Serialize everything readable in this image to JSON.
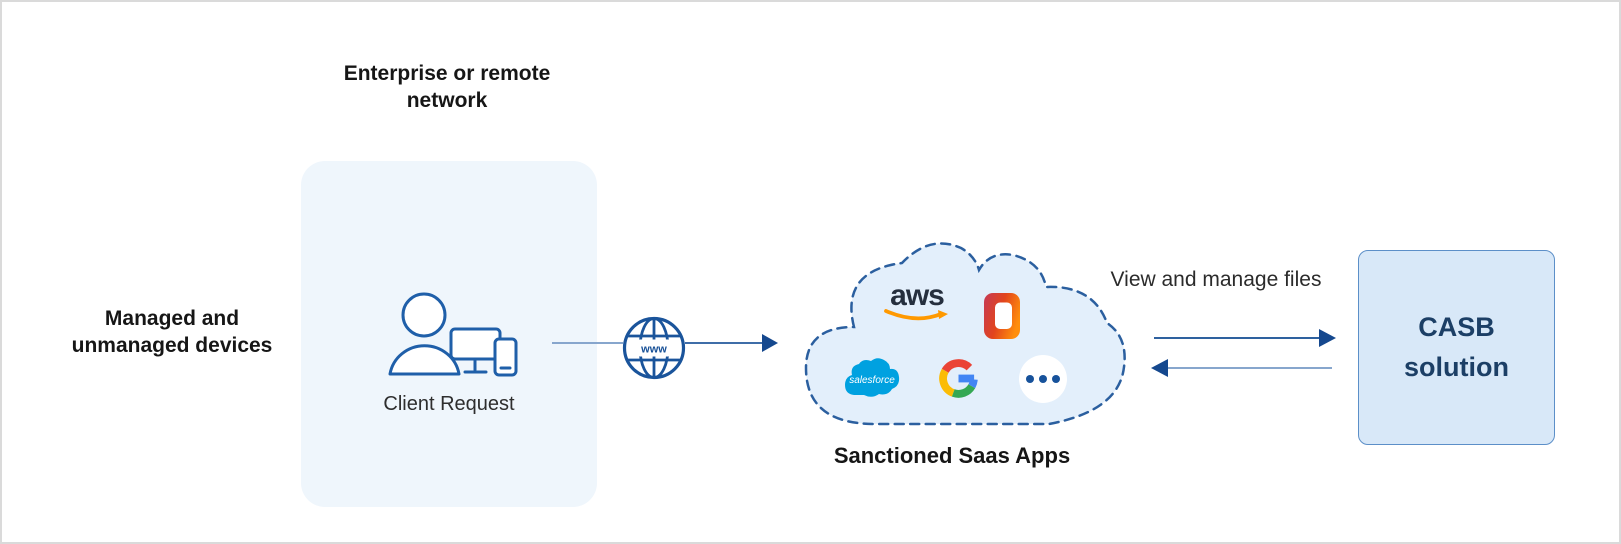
{
  "diagram": {
    "network_label": "Enterprise or remote network",
    "devices_label": "Managed and unmanaged devices",
    "client_label": "Client Request",
    "globe_label": "www",
    "saas_label": "Sanctioned Saas Apps",
    "flow_label": "View and manage files",
    "casb_label": "CASB solution"
  },
  "apps": {
    "aws_label": "aws",
    "salesforce_label": "salesforce"
  },
  "icons": {
    "user_devices": "user-with-monitor-and-phone-icon",
    "globe": "globe-www-icon",
    "aws": "aws-logo",
    "office": "office-365-logo",
    "salesforce": "salesforce-logo",
    "google": "google-g-logo",
    "more": "more-apps-ellipsis-icon"
  },
  "colors": {
    "page_border": "#dadada",
    "client_box_fill": "#eff6fc",
    "icon_stroke_blue": "#1f5fa9",
    "globe_stroke": "#1a549b",
    "cloud_fill": "#e3effb",
    "cloud_border": "#2b5f9f",
    "line_light": "#87a6cd",
    "line_medium": "#2e619f",
    "arrowhead_dark": "#15488e",
    "casb_fill": "#d8e8f8",
    "casb_border": "#5c8fc8",
    "casb_text": "#1c3f66",
    "aws_text": "#252f3e",
    "aws_orange": "#ff9900",
    "salesforce_blue": "#00a1e0",
    "office_red": "#c73a52",
    "office_orange": "#ff8e0c",
    "google_blue": "#4285f4",
    "google_red": "#ea4335",
    "google_yellow": "#fbbc05",
    "google_green": "#34a853",
    "more_dot_blue": "#17529b"
  }
}
